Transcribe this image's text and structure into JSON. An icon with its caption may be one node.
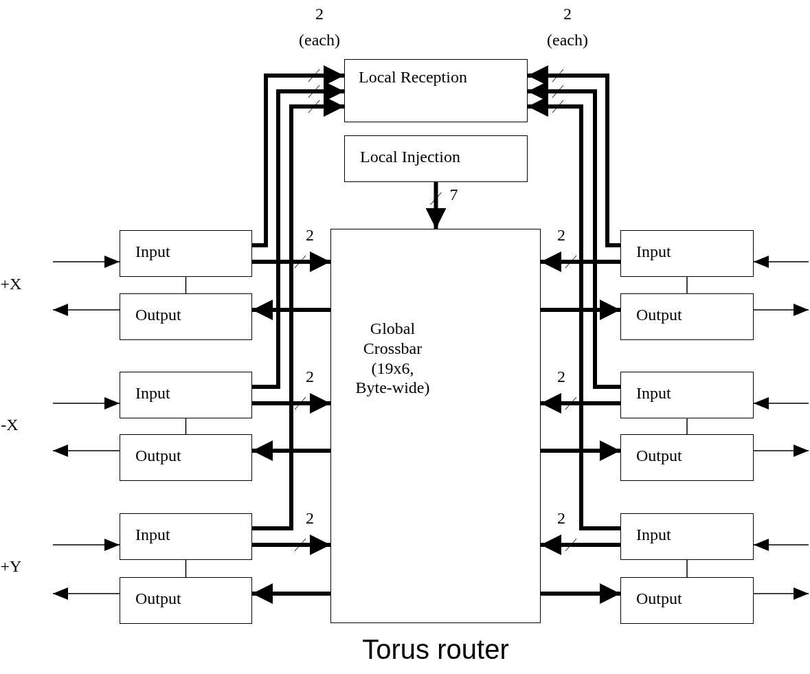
{
  "diagram": {
    "caption": "Torus router",
    "nodes": [
      {
        "text": [
          "Local Reception"
        ]
      },
      {
        "text": [
          "Local Injection"
        ]
      },
      {
        "text": [
          "Global Crossbar (19x6, Byte-wide)"
        ]
      },
      {
        "text": [
          "Input"
        ]
      },
      {
        "text": [
          "Output"
        ]
      },
      {
        "text": [
          "Input"
        ]
      },
      {
        "text": [
          "Output"
        ]
      },
      {
        "text": [
          "Input"
        ]
      },
      {
        "text": [
          "Output"
        ]
      },
      {
        "text": [
          "Input"
        ]
      },
      {
        "text": [
          "Output"
        ]
      },
      {
        "text": [
          "Input"
        ]
      },
      {
        "text": [
          "Output"
        ]
      },
      {
        "text": [
          "Input"
        ]
      },
      {
        "text": [
          "Output"
        ]
      }
    ],
    "edges": [
      {
        "from": 1,
        "to": 2,
        "arrow": "to",
        "label": "7"
      },
      {
        "from": 3,
        "to": 0,
        "arrow": "to"
      },
      {
        "from": 5,
        "to": 0,
        "arrow": "to"
      },
      {
        "from": 7,
        "to": 0,
        "arrow": "to"
      },
      {
        "from": 9,
        "to": 0,
        "arrow": "to"
      },
      {
        "from": 11,
        "to": 0,
        "arrow": "to"
      },
      {
        "from": 13,
        "to": 0,
        "arrow": "to"
      },
      {
        "from": 3,
        "to": 2,
        "arrow": "to",
        "label": "2"
      },
      {
        "from": 5,
        "to": 2,
        "arrow": "to",
        "label": "2"
      },
      {
        "from": 7,
        "to": 2,
        "arrow": "to",
        "label": "2"
      },
      {
        "from": 9,
        "to": 2,
        "arrow": "to",
        "label": "2"
      },
      {
        "from": 11,
        "to": 2,
        "arrow": "to",
        "label": "2"
      },
      {
        "from": 13,
        "to": 2,
        "arrow": "to",
        "label": "2"
      },
      {
        "from": 2,
        "to": 4,
        "arrow": "to"
      },
      {
        "from": 2,
        "to": 6,
        "arrow": "to"
      },
      {
        "from": 2,
        "to": 8,
        "arrow": "to"
      },
      {
        "from": 2,
        "to": 10,
        "arrow": "to"
      },
      {
        "from": 2,
        "to": 12,
        "arrow": "to"
      },
      {
        "from": 2,
        "to": 14,
        "arrow": "to"
      },
      {
        "from": 3,
        "to": 4,
        "arrow": "none"
      },
      {
        "from": 5,
        "to": 6,
        "arrow": "none"
      },
      {
        "from": 7,
        "to": 8,
        "arrow": "none"
      },
      {
        "from": 9,
        "to": 10,
        "arrow": "none"
      },
      {
        "from": 11,
        "to": 12,
        "arrow": "none"
      },
      {
        "from": 13,
        "to": 14,
        "arrow": "none"
      },
      {
        "from": null,
        "to": 3,
        "arrow": "to"
      },
      {
        "from": null,
        "to": 5,
        "arrow": "to"
      },
      {
        "from": null,
        "to": 7,
        "arrow": "to"
      },
      {
        "from": null,
        "to": 9,
        "arrow": "to"
      },
      {
        "from": null,
        "to": 11,
        "arrow": "to"
      },
      {
        "from": null,
        "to": 13,
        "arrow": "to"
      },
      {
        "from": 4,
        "to": null,
        "arrow": "to"
      },
      {
        "from": 6,
        "to": null,
        "arrow": "to"
      },
      {
        "from": 8,
        "to": null,
        "arrow": "to"
      },
      {
        "from": 10,
        "to": null,
        "arrow": "to"
      },
      {
        "from": 12,
        "to": null,
        "arrow": "to"
      },
      {
        "from": 14,
        "to": null,
        "arrow": "to"
      }
    ],
    "labels": [
      "2",
      "(each)",
      "2",
      "(each)",
      "+X",
      "-X",
      "+Y"
    ]
  }
}
